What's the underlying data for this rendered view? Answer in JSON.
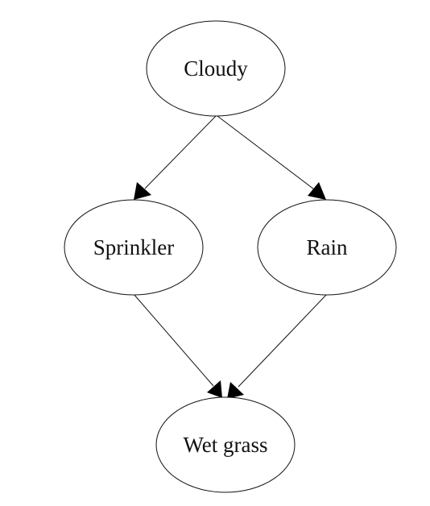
{
  "diagram": {
    "nodes": {
      "cloudy": {
        "label": "Cloudy"
      },
      "sprinkler": {
        "label": "Sprinkler"
      },
      "rain": {
        "label": "Rain"
      },
      "wet_grass": {
        "label": "Wet grass"
      }
    },
    "edges": [
      {
        "from": "Cloudy",
        "to": "Sprinkler"
      },
      {
        "from": "Cloudy",
        "to": "Rain"
      },
      {
        "from": "Sprinkler",
        "to": "Wet grass"
      },
      {
        "from": "Rain",
        "to": "Wet grass"
      }
    ],
    "colors": {
      "stroke": "#111111",
      "arrowhead": "#000000",
      "background": "#ffffff"
    }
  }
}
